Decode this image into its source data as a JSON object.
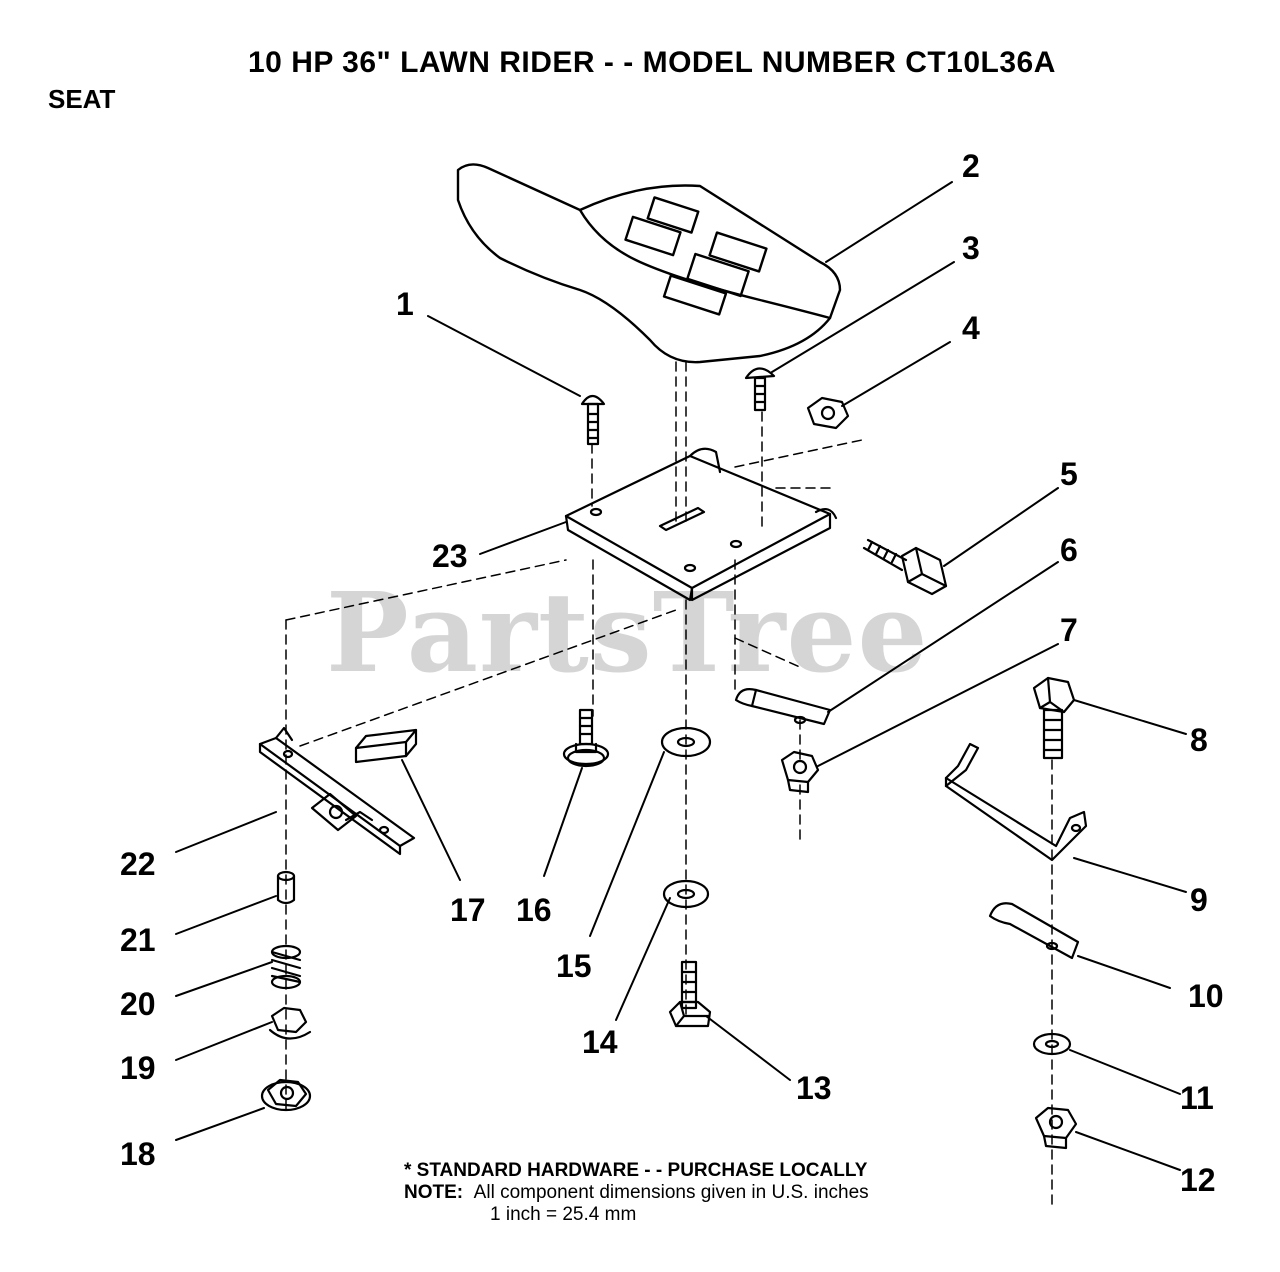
{
  "header": {
    "title": "10 HP 36\" LAWN RIDER - - MODEL NUMBER CT10L36A",
    "section": "SEAT"
  },
  "watermark": "PartsTree",
  "callouts": [
    "1",
    "2",
    "3",
    "4",
    "5",
    "6",
    "7",
    "8",
    "9",
    "10",
    "11",
    "12",
    "13",
    "14",
    "15",
    "16",
    "17",
    "18",
    "19",
    "20",
    "21",
    "22",
    "23"
  ],
  "parts": {
    "seat": "seat",
    "bolts": "bolt",
    "nuts": "nut",
    "washers": "washer",
    "brackets": "bracket",
    "spring": "spring",
    "plate": "seat-mounting-plate"
  },
  "footnote": {
    "line1": "* STANDARD HARDWARE - - PURCHASE LOCALLY",
    "note_label": "NOTE:",
    "line2": "All component dimensions given in U.S. inches",
    "line3": "1 inch = 25.4 mm"
  },
  "colors": {
    "ink": "#000000",
    "watermark": "#c8c8c8",
    "background": "#ffffff"
  }
}
